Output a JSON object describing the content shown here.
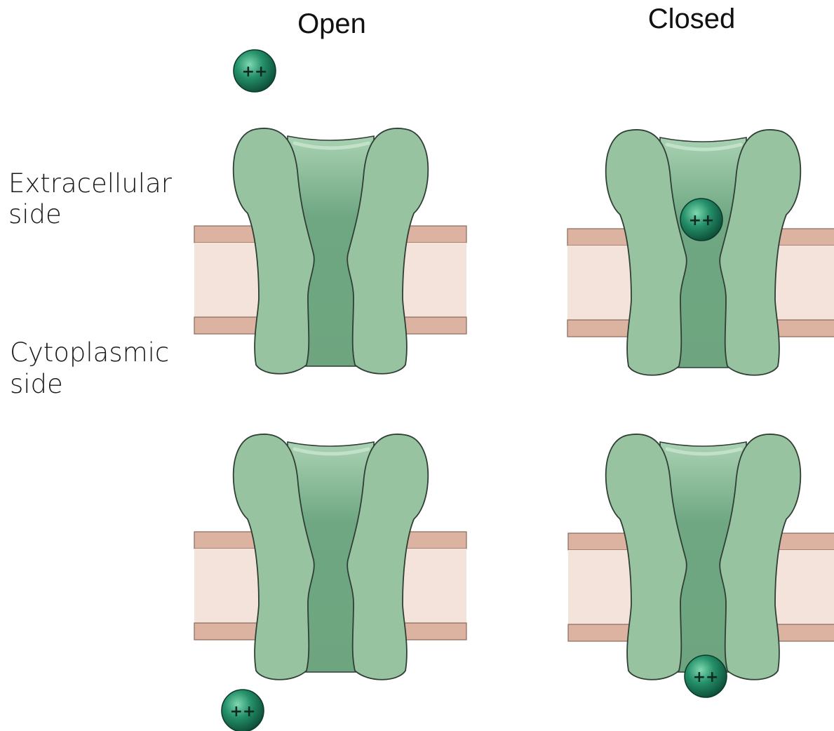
{
  "columns": {
    "left": "Open",
    "right": "Closed"
  },
  "side_labels": {
    "extracellular": [
      "Extracellular",
      "side"
    ],
    "cytoplasmic": [
      "Cytoplasmic",
      "side"
    ]
  },
  "ion_label": "++",
  "colors": {
    "membrane_band": "#dcb2a0",
    "membrane_core": "#f3e3db",
    "channel_outer": "#98c3a0",
    "channel_pore": "#6ea57f",
    "outline": "#2f3f35",
    "ion_fill": "#1f8a63"
  }
}
